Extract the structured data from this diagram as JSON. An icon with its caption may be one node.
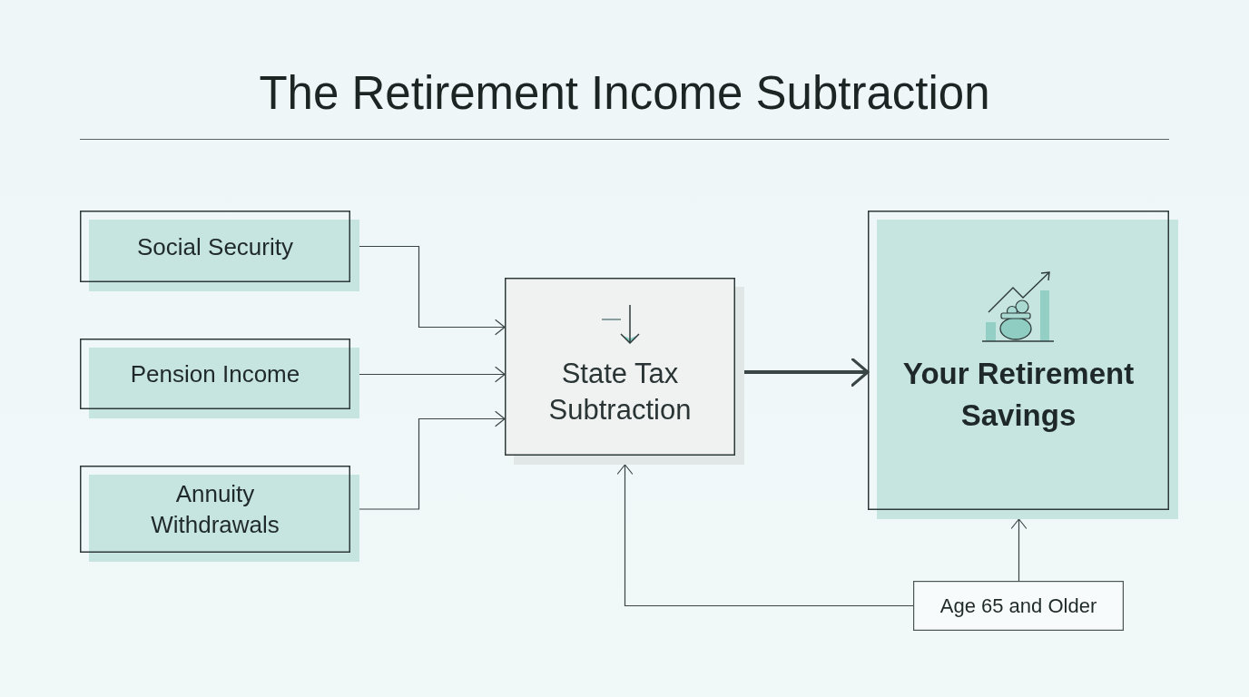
{
  "diagram": {
    "title": "The Retirement Income Subtraction",
    "nodes": [
      {
        "text": [
          "Social Security"
        ]
      },
      {
        "text": [
          "Pension Income"
        ]
      },
      {
        "text": [
          "Annuity Withdrawals"
        ]
      },
      {
        "text": [
          "State Tax Subtraction"
        ]
      },
      {
        "text": [
          "Your Retirement Savings"
        ]
      },
      {
        "text": [
          "Age 65 and Older"
        ]
      }
    ],
    "edges": [
      {
        "from": 0,
        "to": 3,
        "arrow": "to"
      },
      {
        "from": 1,
        "to": 3,
        "arrow": "to"
      },
      {
        "from": 2,
        "to": 3,
        "arrow": "to"
      },
      {
        "from": 3,
        "to": 4,
        "arrow": "to",
        "style": "thick"
      },
      {
        "from": 5,
        "to": 3,
        "arrow": "to"
      },
      {
        "from": 5,
        "to": 4,
        "arrow": "to"
      }
    ]
  }
}
